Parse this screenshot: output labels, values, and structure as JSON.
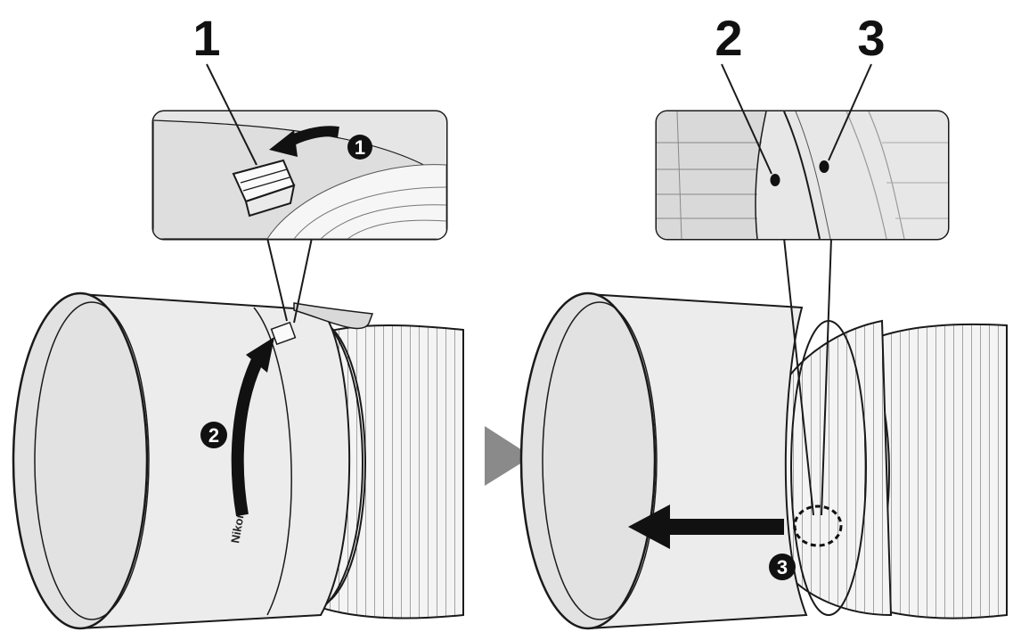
{
  "callouts": {
    "c1": "1",
    "c2": "2",
    "c3": "3"
  },
  "steps": {
    "s1": "1",
    "s2": "2",
    "s3": "3"
  },
  "colors": {
    "lens_body": "#e9e9e9",
    "lens_shade": "#d6d6d6",
    "outline": "#1a1a1a",
    "arrow": "#111111",
    "inset_bg": "#e4e4e4",
    "next_arrow": "#8a8a8a"
  }
}
